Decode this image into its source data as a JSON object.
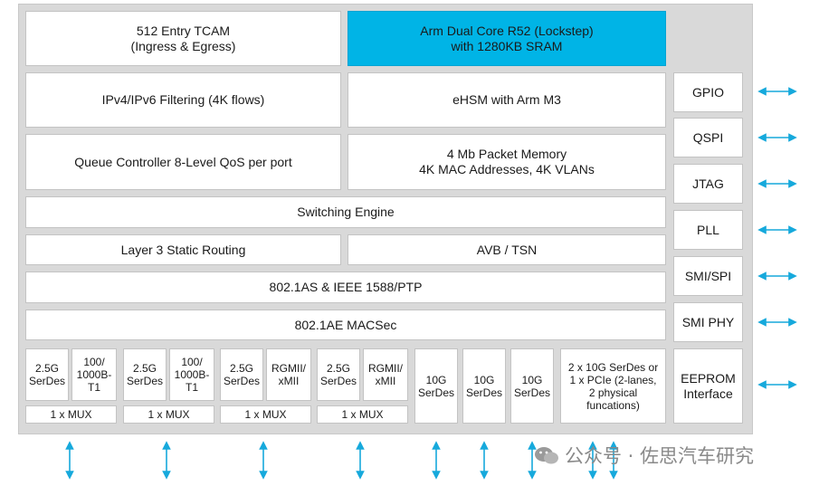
{
  "blocks": {
    "tcam": "512 Entry TCAM\n(Ingress & Egress)",
    "arm": "Arm Dual Core R52 (Lockstep)\nwith 1280KB SRAM",
    "ipv4": "IPv4/IPv6 Filtering (4K flows)",
    "ehsm": "eHSM with Arm M3",
    "queue": "Queue Controller 8-Level QoS per port",
    "packet_mem": "4 Mb Packet Memory\n4K MAC Addresses, 4K VLANs",
    "switching": "Switching Engine",
    "layer3": "Layer 3 Static Routing",
    "avb": "AVB / TSN",
    "ptp": "802.1AS & IEEE 1588/PTP",
    "macsec": "802.1AE MACSec"
  },
  "ports": {
    "g1a": "2.5G\nSerDes",
    "g1b": "100/\n1000B-\nT1",
    "g1mux": "1 x MUX",
    "g2a": "2.5G\nSerDes",
    "g2b": "100/\n1000B-\nT1",
    "g2mux": "1 x MUX",
    "g3a": "2.5G\nSerDes",
    "g3b": "RGMII/\nxMII",
    "g3mux": "1 x MUX",
    "g4a": "2.5G\nSerDes",
    "g4b": "RGMII/\nxMII",
    "g4mux": "1 x MUX",
    "t1": "10G\nSerDes",
    "t2": "10G\nSerDes",
    "t3": "10G\nSerDes",
    "combo": "2 x 10G SerDes or\n1 x PCIe (2-lanes,\n2 physical\nfuncations)"
  },
  "interfaces": {
    "gpio": "GPIO",
    "qspi": "QSPI",
    "jtag": "JTAG",
    "pll": "PLL",
    "smi_spi": "SMI/SPI",
    "smi_phy": "SMI PHY",
    "eeprom": "EEPROM\nInterface"
  },
  "watermark": "公众号 · 佐思汽车研究",
  "colors": {
    "highlight": "#00b4e6",
    "arrow": "#16a9dc",
    "frame": "#d9d9d9"
  }
}
